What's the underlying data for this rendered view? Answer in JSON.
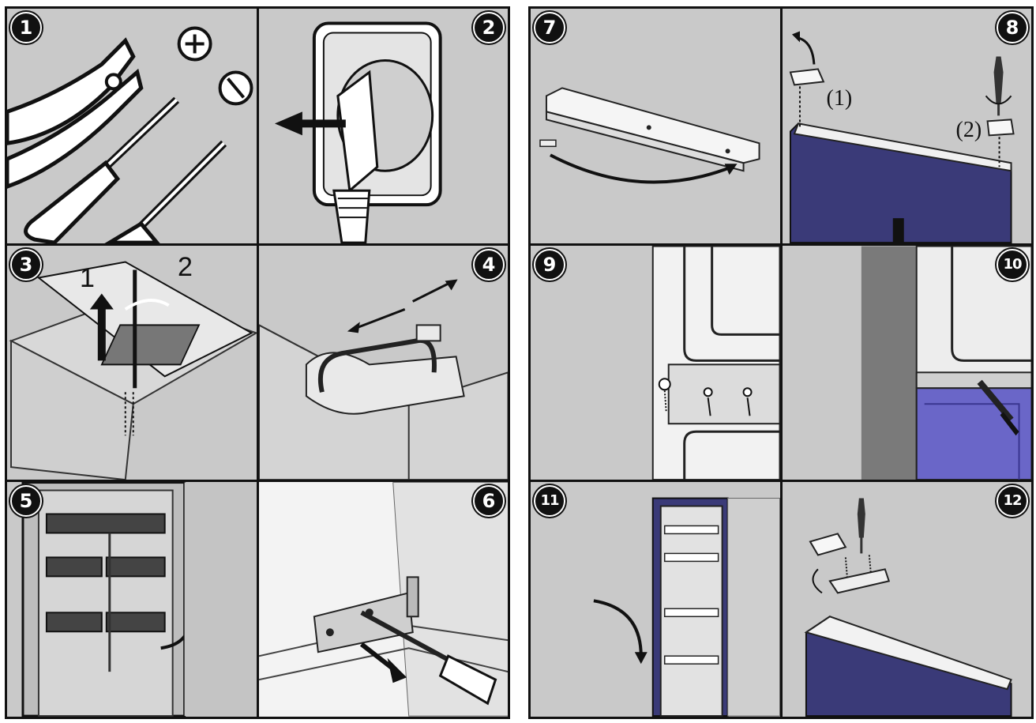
{
  "panels": [
    {
      "number": "1"
    },
    {
      "number": "2"
    },
    {
      "number": "3",
      "labels": [
        "1",
        "2"
      ]
    },
    {
      "number": "4"
    },
    {
      "number": "5"
    },
    {
      "number": "6"
    },
    {
      "number": "7"
    },
    {
      "number": "8",
      "labels": [
        "(1)",
        "(2)"
      ]
    },
    {
      "number": "9"
    },
    {
      "number": "10"
    },
    {
      "number": "11"
    },
    {
      "number": "12"
    }
  ],
  "colors": {
    "panel_bg": "#c9c9c9",
    "door_blue": "#3a3a78",
    "frame": "#111111",
    "accent_purple": "#6a66c8"
  }
}
